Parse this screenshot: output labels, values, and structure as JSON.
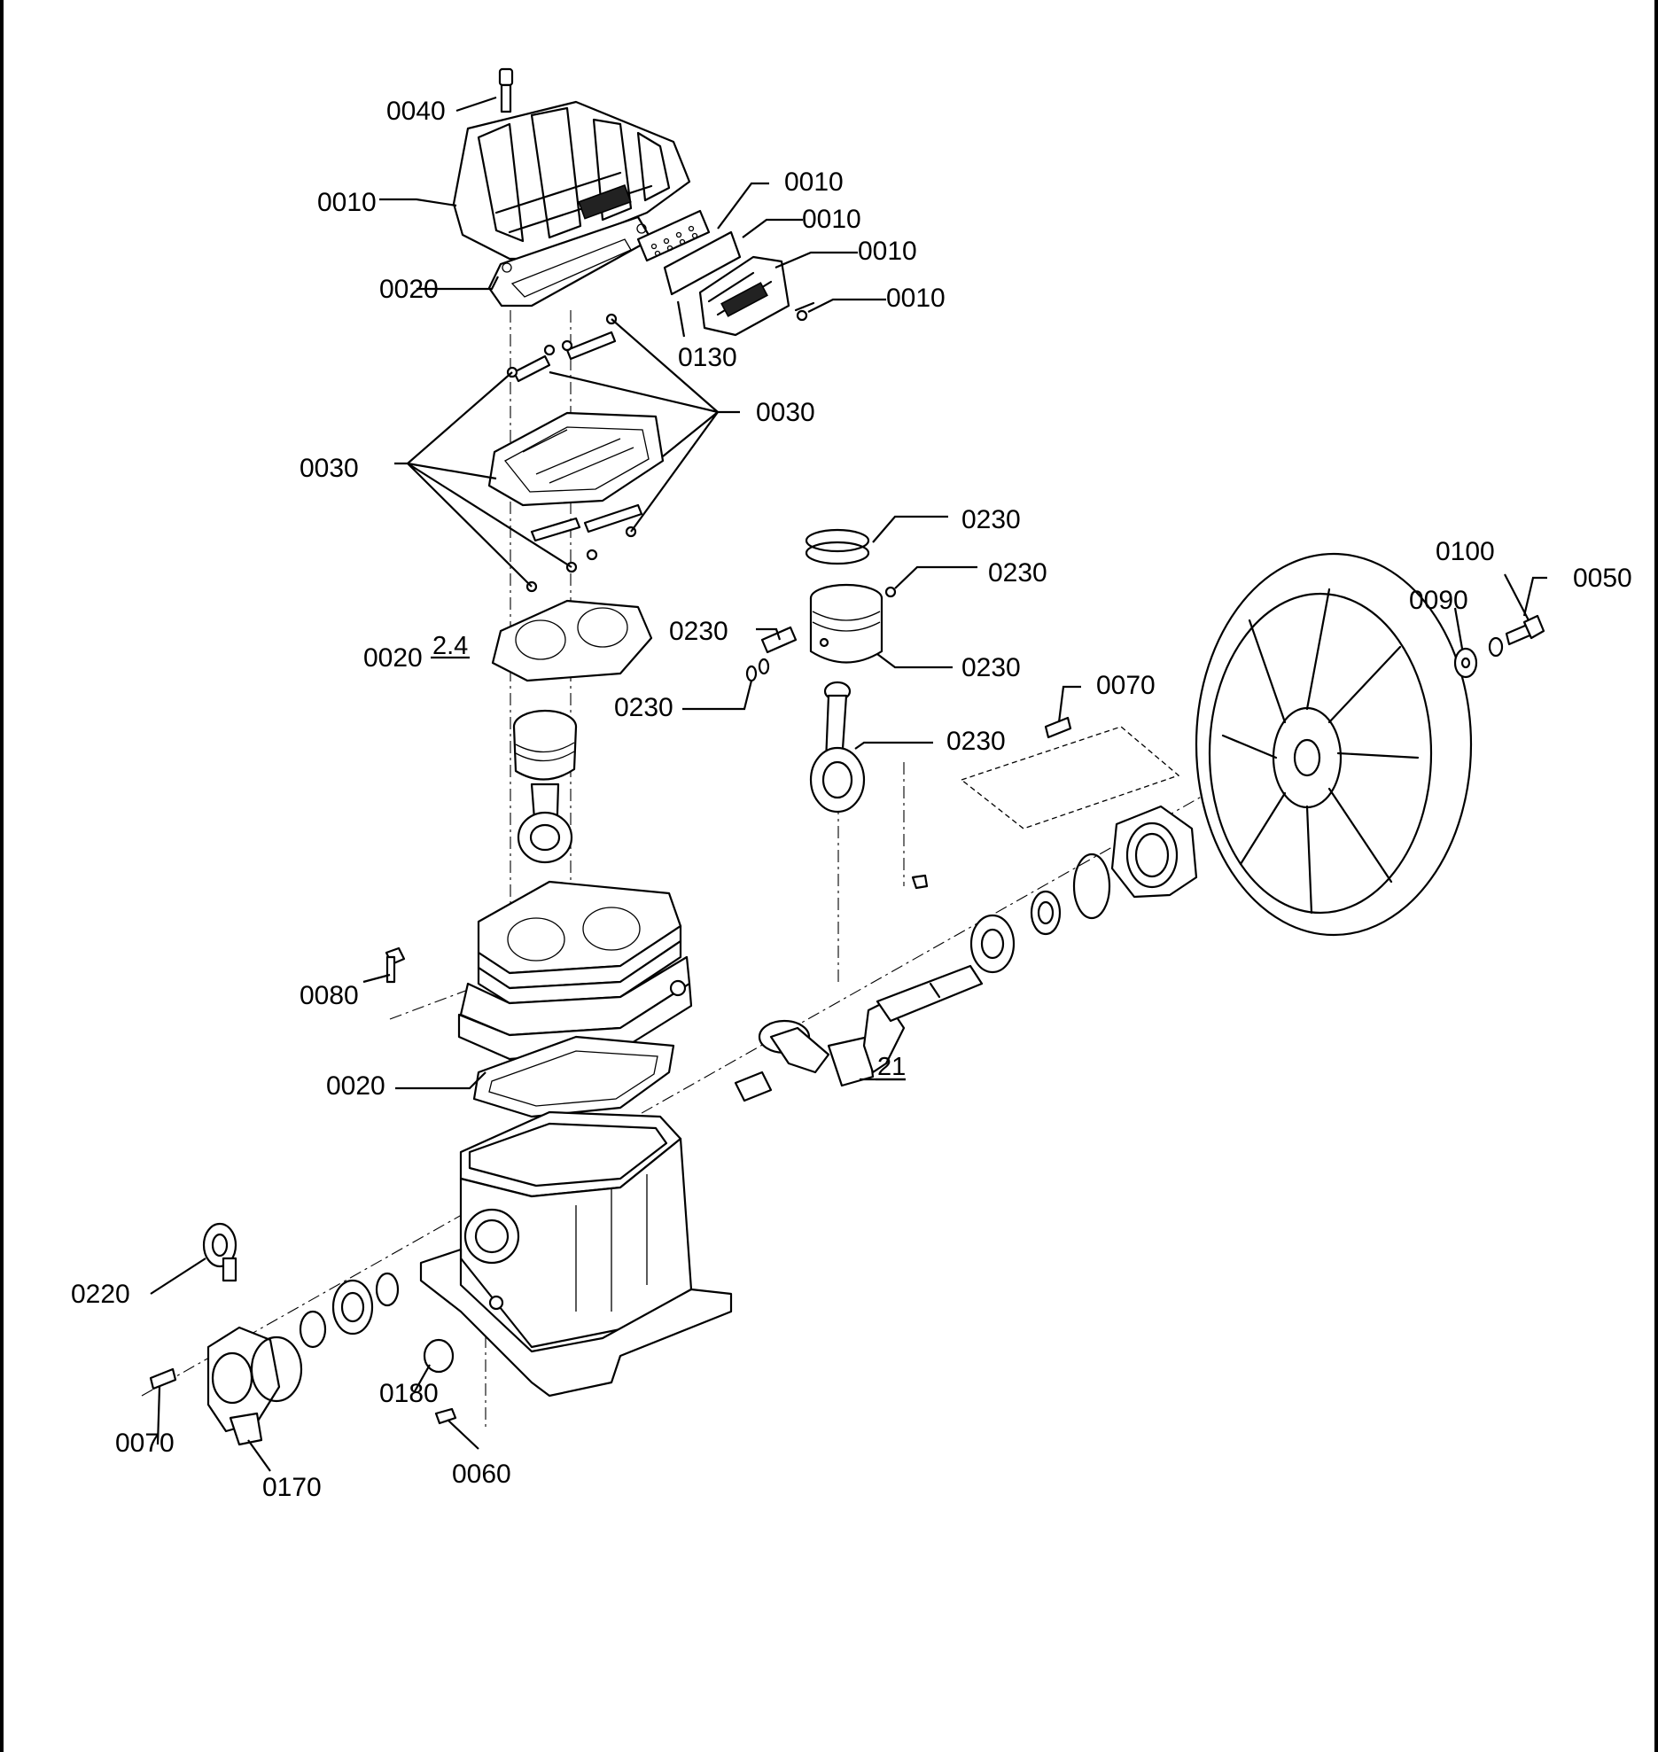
{
  "callouts": {
    "c0040": "0040",
    "c0010_cover": "0010",
    "c0010_filter_a": "0010",
    "c0010_filter_b": "0010",
    "c0010_filter_housing": "0010",
    "c0010_screw": "0010",
    "c0020_top": "0020",
    "c0130": "0130",
    "c0030_right": "0030",
    "c0030_left": "0030",
    "c0230_ring": "0230",
    "c0230_clip": "0230",
    "c0230_pin": "0230",
    "c0230_piston": "0230",
    "c0230_circlip": "0230",
    "c0230_rod": "0230",
    "c0020_middle": "0020",
    "ref_24": "2.4",
    "c0100": "0100",
    "c0090": "0090",
    "c0050": "0050",
    "c0070_upper": "0070",
    "c0080": "0080",
    "c0020_lower": "0020",
    "ref_21": "21",
    "c0220": "0220",
    "c0180": "0180",
    "c0070_lower": "0070",
    "c0060": "0060",
    "c0170": "0170"
  }
}
